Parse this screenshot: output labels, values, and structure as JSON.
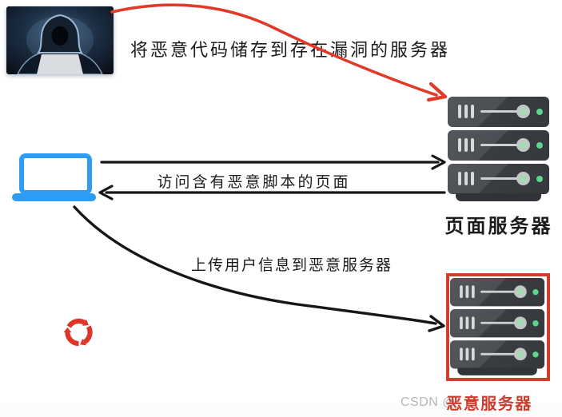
{
  "labels": {
    "store_code": "将恶意代码储存到存在漏洞的服务器",
    "visit_page": "访问含有恶意脚本的页面",
    "upload_info": "上传用户信息到恶意服务器",
    "page_server": "页面服务器",
    "malicious_server": "恶意服务器"
  },
  "watermark": {
    "text": "CSDN @"
  },
  "icons": {
    "hacker_photo": "hooded-hacker-with-laptop-photo",
    "laptop": "victim-laptop-icon",
    "recycle": "red-recycle-refresh-icon",
    "server_stack": "server-rack-icon"
  },
  "colors": {
    "arrow_red": "#df3a2a",
    "laptop_blue": "#2f9cf3",
    "recycle_red": "#df3427",
    "arrow_black": "#161616",
    "server_body_light": "#54585d",
    "server_body_dark": "#35393d",
    "server_pedestal": "#303438",
    "led_green": "#5bd68d",
    "malicious_frame_red": "#d33b2b",
    "malicious_label_red": "#cf3b2c",
    "watermark_gray": "#b3b7bc"
  }
}
